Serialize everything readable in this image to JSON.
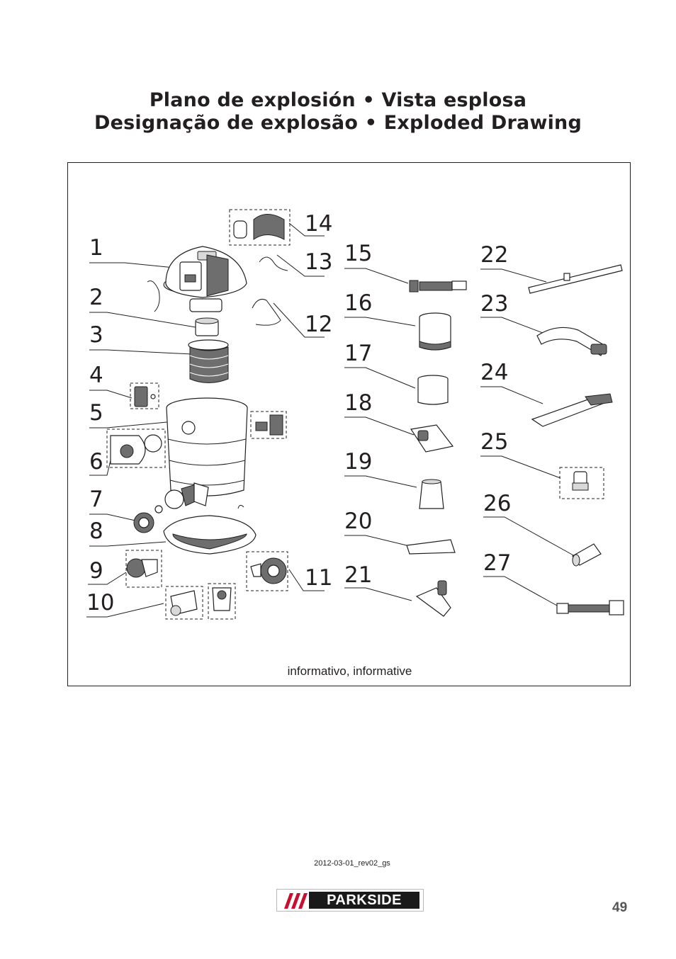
{
  "titles": {
    "line1": "Plano de explosión • Vista esplosa",
    "line2": "Designação de explosão • Exploded Drawing"
  },
  "drawing": {
    "part_numbers": [
      "1",
      "2",
      "3",
      "4",
      "5",
      "6",
      "7",
      "8",
      "9",
      "10",
      "11",
      "12",
      "13",
      "14",
      "15",
      "16",
      "17",
      "18",
      "19",
      "20",
      "21",
      "22",
      "23",
      "24",
      "25",
      "26",
      "27"
    ],
    "caption": "informativo, informative"
  },
  "footer": {
    "revision": "2012-03-01_rev02_gs",
    "brand": "PARKSIDE",
    "page_number": "49"
  }
}
